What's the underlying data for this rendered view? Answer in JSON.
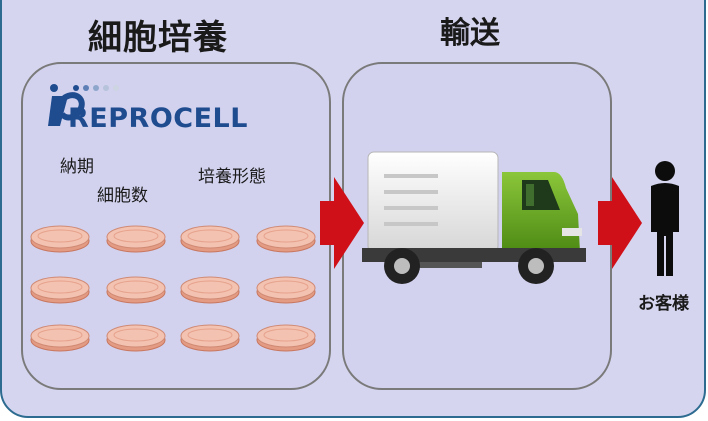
{
  "titles": {
    "culture": "細胞培養",
    "transport": "輸送"
  },
  "logo": {
    "text": "REPROCELL",
    "color": "#1f4b8f"
  },
  "labels": {
    "delivery": "納期",
    "cell_count": "細胞数",
    "culture_format": "培養形態",
    "customer": "お客様"
  },
  "dishes": {
    "rows": 3,
    "cols": 4
  },
  "colors": {
    "background": "#d5d5ef",
    "border": "#2d6b90",
    "panel_border": "#7a7a7a",
    "arrow": "#d01018",
    "truck_cab": "#6aa622",
    "dish": "#efb39e"
  }
}
